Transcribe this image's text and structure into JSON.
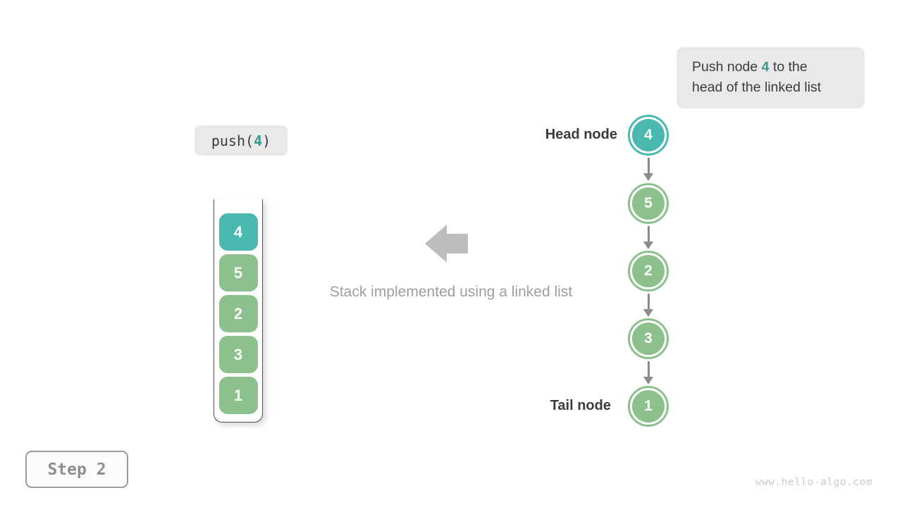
{
  "palette": {
    "teal": "#49b8ae",
    "green": "#8cc08c",
    "teal_text": "#2f9e8e",
    "dark_text": "#3b3b3b",
    "gray_text": "#9e9e9e",
    "arrow_gray": "#bdbdbd",
    "link_arrow": "#8a8a8a",
    "box_bg": "#e9e9e9",
    "container_border": "#4d4d4d",
    "step_border": "#9a9a9a",
    "step_text": "#8f8f8f",
    "step_bg": "#fbfbfb",
    "watermark": "#cbcbcb"
  },
  "callout": {
    "line1_before": "Push node ",
    "line1_value": "4",
    "line1_after": " to the",
    "line2": "head of the linked list"
  },
  "code_box": {
    "before": "push(",
    "value": "4",
    "after": ")"
  },
  "stack": {
    "items": [
      {
        "value": "4",
        "highlight": true
      },
      {
        "value": "5",
        "highlight": false
      },
      {
        "value": "2",
        "highlight": false
      },
      {
        "value": "3",
        "highlight": false
      },
      {
        "value": "1",
        "highlight": false
      }
    ]
  },
  "linked_list": {
    "head_label": "Head node",
    "tail_label": "Tail node",
    "nodes": [
      {
        "value": "4",
        "highlight": true
      },
      {
        "value": "5",
        "highlight": false
      },
      {
        "value": "2",
        "highlight": false
      },
      {
        "value": "3",
        "highlight": false
      },
      {
        "value": "1",
        "highlight": false
      }
    ]
  },
  "caption": {
    "text": "Stack implemented using a linked list"
  },
  "step_badge": {
    "label": "Step 2"
  },
  "watermark": {
    "text": "www.hello-algo.com"
  }
}
